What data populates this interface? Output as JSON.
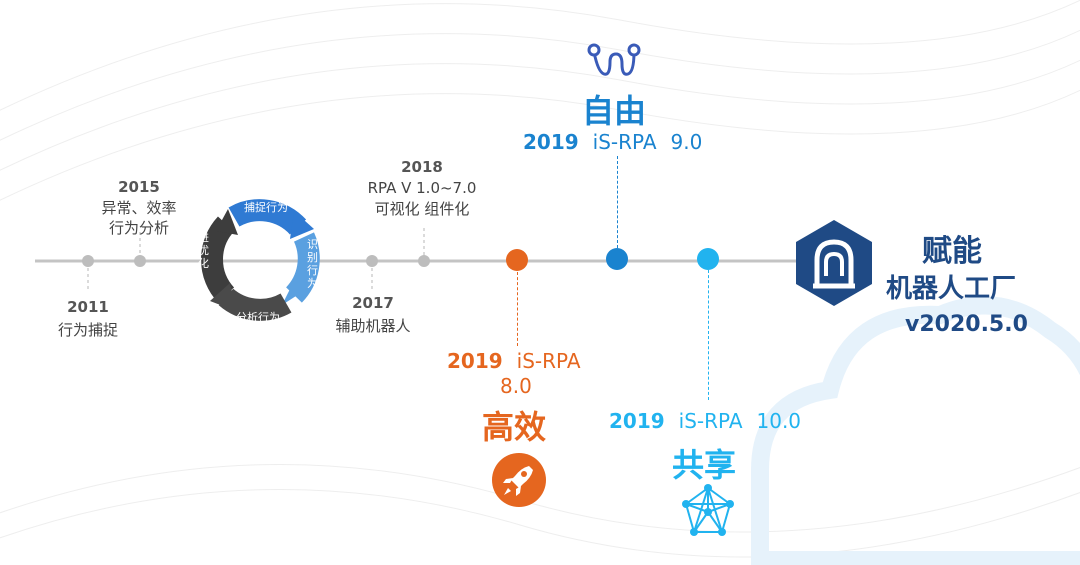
{
  "colors": {
    "orange": "#e5661f",
    "blue": "#1a83cf",
    "cyan": "#21b3ef",
    "navy": "#1f4a85",
    "gray_dot": "#bdbdbd",
    "line": "#c4c4c4",
    "ring_dark": "#3d3d3d",
    "ring_blue": "#2f7ad3",
    "ring_light": "#5aa0e0"
  },
  "milestones": {
    "m2011": {
      "year": "2011",
      "label": "行为捕捉"
    },
    "m2015": {
      "year": "2015",
      "line1": "异常、效率",
      "line2": "行为分析"
    },
    "m2017": {
      "year": "2017",
      "label": "辅助机器人"
    },
    "m2018": {
      "year": "2018",
      "line1": "RPA  V 1.0~7.0",
      "line2": "可视化 组件化"
    }
  },
  "cycle": {
    "top": "捕捉行为",
    "right": "识别行为",
    "bottom": "分析行为",
    "left": "改进优化"
  },
  "releases": {
    "v8": {
      "year": "2019",
      "name": "iS-RPA",
      "version_line1": "iS-RPA",
      "version_line2": "8.0",
      "title": "高效",
      "icon": "rocket-icon"
    },
    "v9": {
      "year": "2019",
      "name": "iS-RPA",
      "version": "9.0",
      "title": "自由",
      "icon": "path-icon"
    },
    "v10": {
      "year": "2019",
      "name": "iS-RPA",
      "version": "10.0",
      "title": "共享",
      "icon": "network-icon"
    }
  },
  "final": {
    "title": "赋能",
    "subtitle": "机器人工厂",
    "version": "v2020.5.0",
    "icon": "robot-hexagon-icon"
  }
}
